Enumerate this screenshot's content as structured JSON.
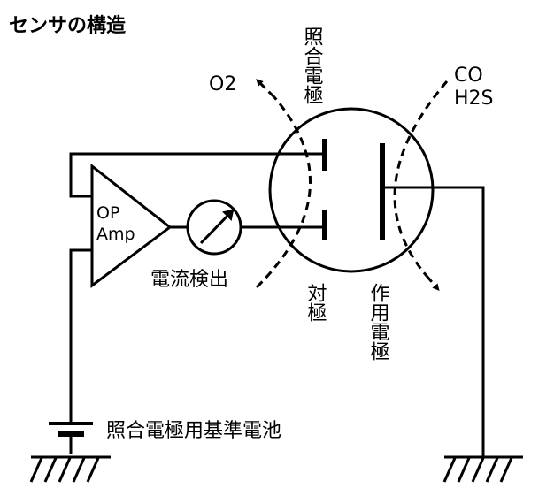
{
  "title": "センサの構造",
  "labels": {
    "reference_electrode": "照合電極",
    "counter_electrode": "対極",
    "working_electrode": "作用電極",
    "current_detection": "電流検出",
    "reference_battery": "照合電極用基準電池",
    "op_amp_line1": "OP",
    "op_amp_line2": "Amp"
  },
  "gases": {
    "outgoing": "O2",
    "incoming_1": "CO",
    "incoming_2": "H2S"
  }
}
